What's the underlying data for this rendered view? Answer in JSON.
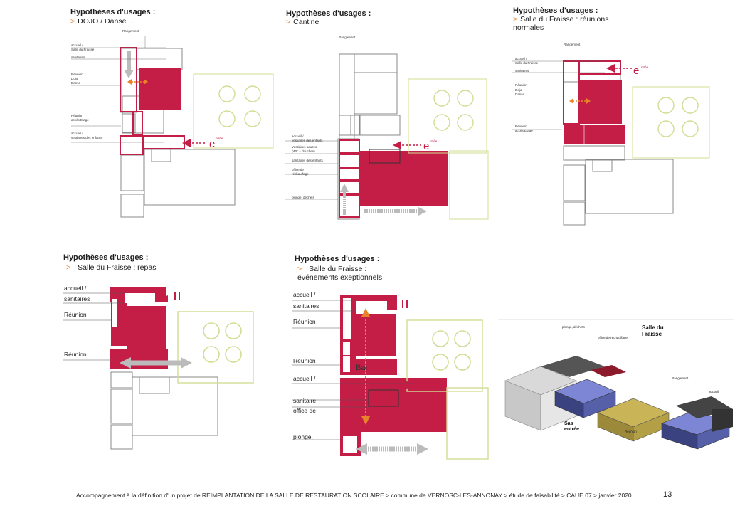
{
  "colors": {
    "primary": "#c41e47",
    "accent": "#e8832a",
    "outline": "#888888",
    "green": "#d3dc93"
  },
  "panels": [
    {
      "title": "Hypothèses d'usages :",
      "subtitle": "DOJO / Danse ..",
      "marker": ">",
      "labels": [
        "Rangement",
        "accueil /",
        "Salle du Fraisse",
        "sanitaires",
        "Réunion",
        "Dojo",
        "Danse",
        "Réunion",
        "accès Etage",
        "accueil /",
        "vestiaires des enfants",
        "ntrée"
      ]
    },
    {
      "title": "Hypothèses d'usages :",
      "subtitle": "Cantine",
      "marker": ">",
      "labels": [
        "Rangement",
        "accueil /",
        "vestiaires des enfants",
        "Vestiaires adultes",
        "(WC + douches)",
        "sanitaires des enfants",
        "office de",
        "réchauffage",
        "plonge, déchets",
        "ntrée"
      ]
    },
    {
      "title": "Hypothèses d'usages :",
      "subtitle": "Salle du Fraisse : réunions normales",
      "marker": ">",
      "labels": [
        "Rangement",
        "accueil /",
        "Salle du Fraisse",
        "sanitaires",
        "Réunion",
        "Dojo",
        "Danse",
        "Réunion",
        "accès Etage",
        "ntrée"
      ]
    },
    {
      "title": "Hypothèses d'usages :",
      "subtitle": "Salle du Fraisse : repas",
      "marker": ">",
      "labels": [
        "accueil /",
        "sanitaires",
        "Réunion",
        "Réunion"
      ]
    },
    {
      "title": "Hypothèses d'usages :",
      "subtitle": "Salle du Fraisse : événements exeptionnels",
      "marker": ">",
      "labels": [
        "accueil /",
        "sanitaires",
        "Réunion",
        "Réunion",
        "accueil /",
        "sanitaire",
        "office de",
        "plonge,",
        "Bar"
      ]
    }
  ],
  "iso": {
    "title": "Salle du Fraisse",
    "labels": [
      "plonge, déchets",
      "office de réchauffage",
      "Rangement",
      "accueil",
      "Sas entrée",
      "Réunion"
    ]
  },
  "footer": {
    "text": "Accompagnement à la définition d'un projet de REIMPLANTATION DE LA SALLE DE RESTAURATION SCOLAIRE  > commune de VERNOSC-LES-ANNONAY > étude de faisabilité > CAUE 07 > janvier 2020",
    "page": "13"
  }
}
